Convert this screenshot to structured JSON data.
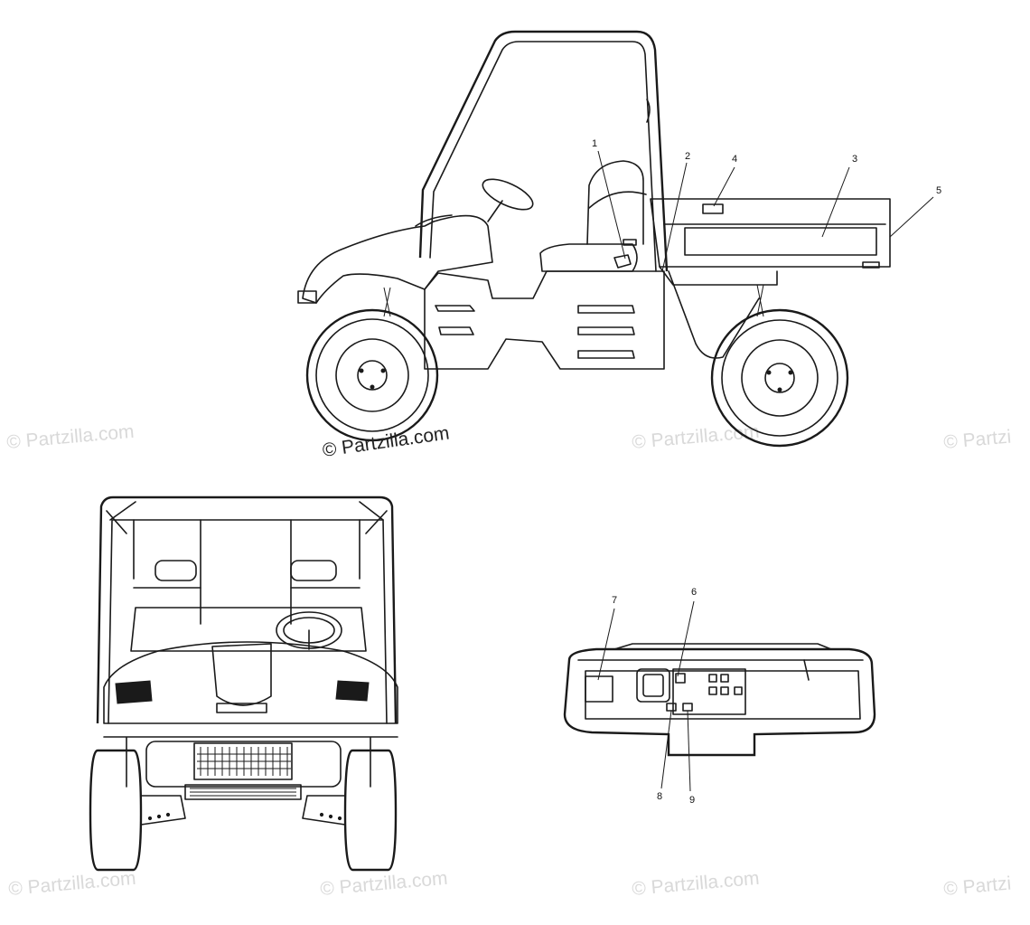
{
  "callouts": [
    {
      "id": "1",
      "label": "1"
    },
    {
      "id": "2",
      "label": "2"
    },
    {
      "id": "3",
      "label": "3"
    },
    {
      "id": "4",
      "label": "4"
    },
    {
      "id": "5",
      "label": "5"
    },
    {
      "id": "6",
      "label": "6"
    },
    {
      "id": "7",
      "label": "7"
    },
    {
      "id": "8",
      "label": "8"
    },
    {
      "id": "9",
      "label": "9"
    }
  ],
  "watermark": {
    "main": "© Partzilla.com",
    "faded": "© Partzilla.com",
    "faded_partial": "© Partzi"
  }
}
